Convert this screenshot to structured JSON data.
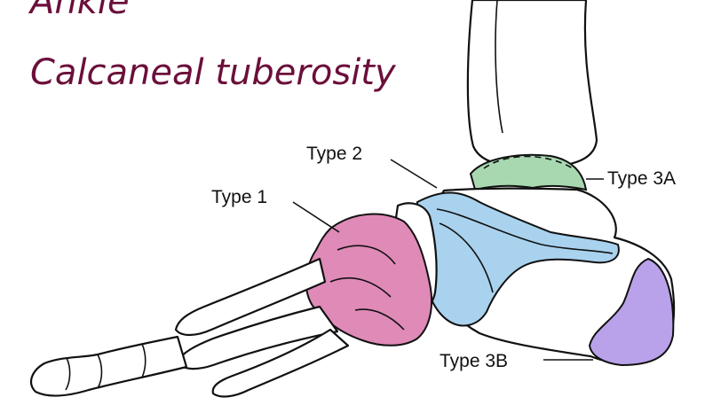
{
  "slide": {
    "heading_line1": "Ankle",
    "heading_line2": "Calcaneal tuberosity",
    "heading_color": "#6b0f3a"
  },
  "figure": {
    "labels": {
      "type1": "Type 1",
      "type2": "Type 2",
      "type3a": "Type 3A",
      "type3b": "Type 3B"
    },
    "region_colors": {
      "type1": "#e08ab8",
      "type2": "#a9d2ee",
      "type3a": "#a8d8b0",
      "type3b": "#b9a2ea"
    }
  }
}
